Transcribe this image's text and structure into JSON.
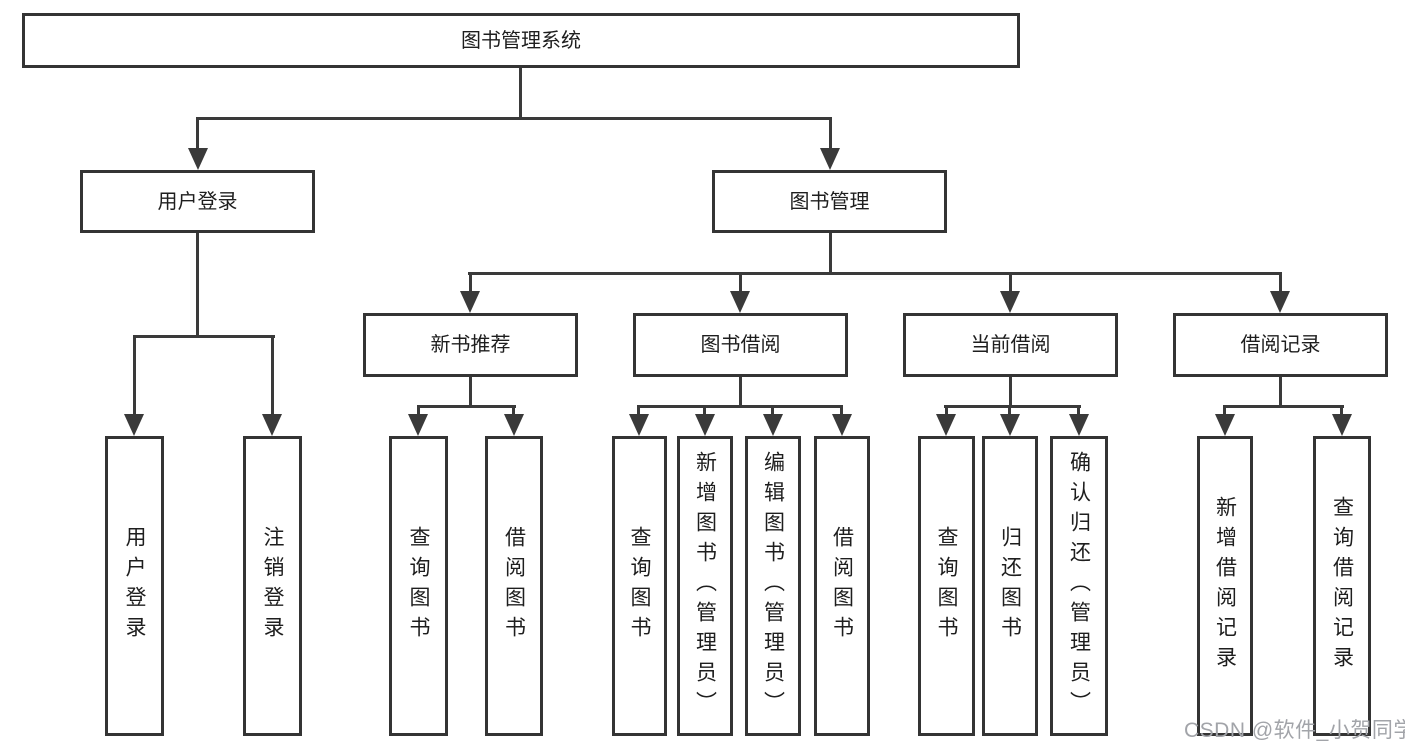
{
  "tree": {
    "root": {
      "label": "图书管理系统"
    },
    "branches": [
      {
        "label": "用户登录",
        "children": [
          {
            "label": "用户登录"
          },
          {
            "label": "注销登录"
          }
        ]
      },
      {
        "label": "图书管理",
        "children": [
          {
            "label": "新书推荐",
            "children": [
              {
                "label": "查询图书"
              },
              {
                "label": "借阅图书"
              }
            ]
          },
          {
            "label": "图书借阅",
            "children": [
              {
                "label": "查询图书"
              },
              {
                "label": "新增图书（管理员）"
              },
              {
                "label": "编辑图书（管理员）"
              },
              {
                "label": "借阅图书"
              }
            ]
          },
          {
            "label": "当前借阅",
            "children": [
              {
                "label": "查询图书"
              },
              {
                "label": "归还图书"
              },
              {
                "label": "确认归还（管理员）"
              }
            ]
          },
          {
            "label": "借阅记录",
            "children": [
              {
                "label": "新增借阅记录"
              },
              {
                "label": "查询借阅记录"
              }
            ]
          }
        ]
      }
    ]
  },
  "watermark": {
    "text": "CSDN @软件_小贺同学"
  },
  "colors": {
    "line": "#3a3a3a",
    "box_border": "#343434",
    "box_fill": "#ffffff",
    "text": "#1e1e1e",
    "background": "#ffffff",
    "watermark": "#a2a4a9"
  }
}
